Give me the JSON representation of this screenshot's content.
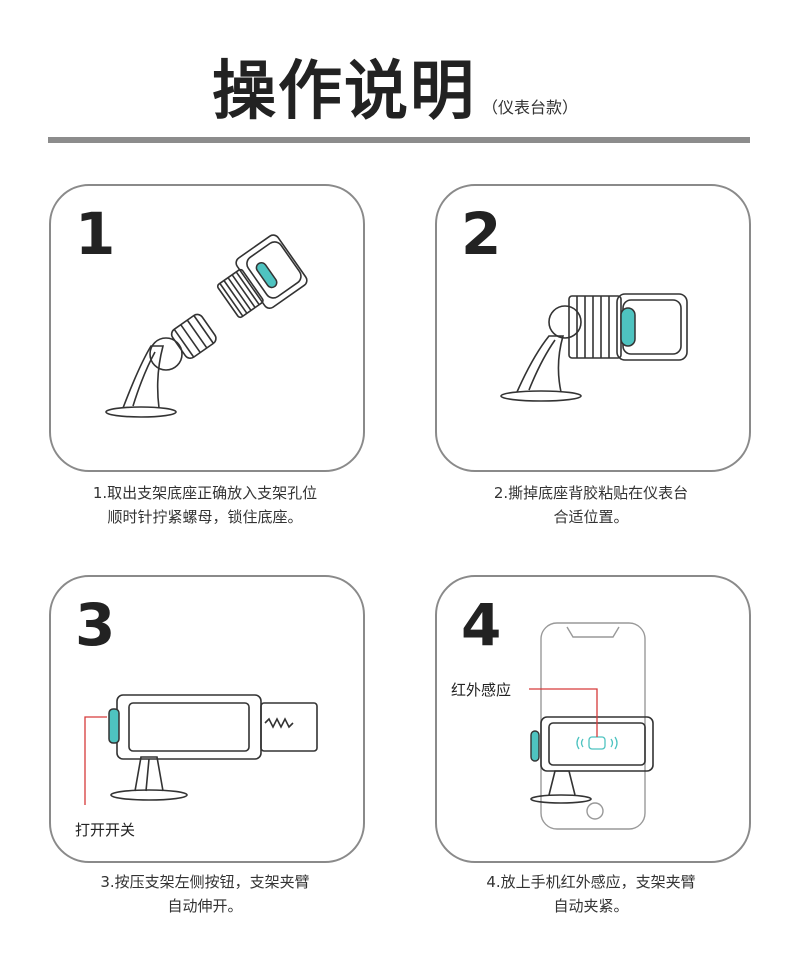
{
  "header": {
    "title": "操作说明",
    "subtitle": "（仪表台款）"
  },
  "steps": [
    {
      "number": "1",
      "caption_line1": "1.取出支架底座正确放入支架孔位",
      "caption_line2": "顺时针拧紧螺母，锁住底座。"
    },
    {
      "number": "2",
      "caption_line1": "2.撕掉底座背胶粘贴在仪表台",
      "caption_line2": "合适位置。"
    },
    {
      "number": "3",
      "caption_line1": "3.按压支架左侧按钮，支架夹臂",
      "caption_line2": "自动伸开。",
      "callout": "打开开关"
    },
    {
      "number": "4",
      "caption_line1": "4.放上手机红外感应，支架夹臂",
      "caption_line2": "自动夹紧。",
      "callout": "红外感应"
    }
  ],
  "colors": {
    "accent": "#4ec3c0",
    "callout_line": "#d63a3a",
    "rule": "#8c8c8c"
  }
}
